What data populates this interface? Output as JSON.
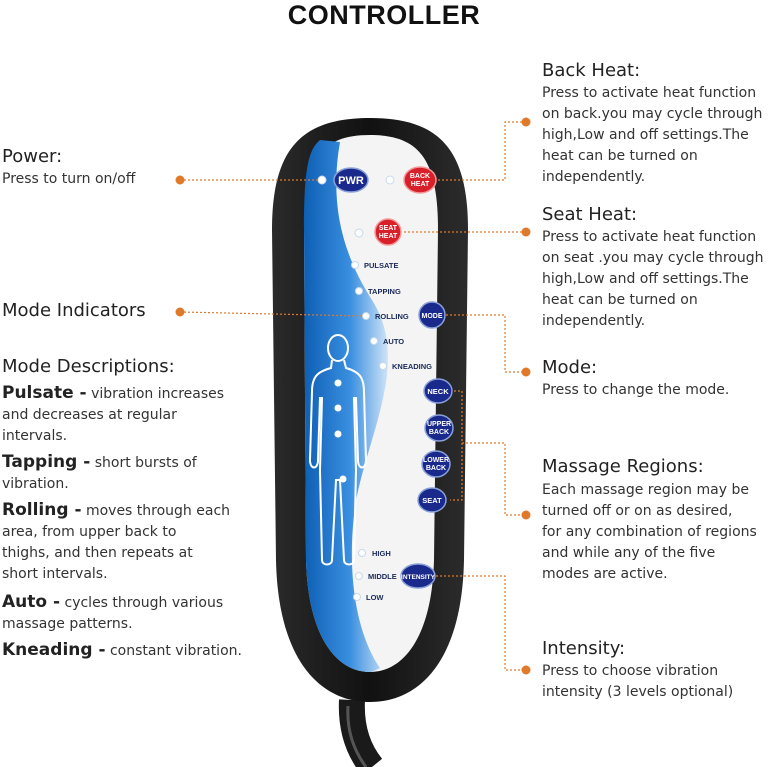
{
  "title": "CONTROLLER",
  "left": {
    "power": {
      "heading": "Power:",
      "text": "Press to turn on/off"
    },
    "mode_indicators": {
      "heading": "Mode Indicators"
    },
    "mode_descriptions": {
      "heading": "Mode Descriptions:",
      "items": [
        {
          "name": "Pulsate -",
          "line1": " vibration increases",
          "line2": "and decreases at regular",
          "line3": "intervals."
        },
        {
          "name": "Tapping -",
          "line1": " short bursts of",
          "line2": "vibration."
        },
        {
          "name": "Rolling -",
          "line1": "  moves through each",
          "line2": "area, from upper back to",
          "line3": "thighs, and then repeats at",
          "line4": "short intervals."
        },
        {
          "name": "Auto -",
          "line1": "  cycles through various",
          "line2": "massage patterns."
        },
        {
          "name": "Kneading -",
          "line1": " constant vibration."
        }
      ]
    }
  },
  "right": {
    "back_heat": {
      "heading": "Back Heat:",
      "lines": [
        "Press to activate heat function",
        "on back.you may cycle through",
        "high,Low and off settings.The",
        "heat can be turned on",
        "independently."
      ]
    },
    "seat_heat": {
      "heading": "Seat Heat:",
      "lines": [
        "Press to activate heat function",
        "on seat .you may cycle through",
        "high,Low and off settings.The",
        "heat can be turned on",
        "independently."
      ]
    },
    "mode": {
      "heading": "Mode:",
      "lines": [
        "Press to change the mode."
      ]
    },
    "massage_regions": {
      "heading": "Massage Regions:",
      "lines": [
        "Each massage region may be",
        "turned off or on as desired,",
        "for any combination of regions",
        "and while any of the five",
        "modes are active."
      ]
    },
    "intensity": {
      "heading": "Intensity:",
      "lines": [
        "Press to choose vibration",
        "intensity (3 levels optional)"
      ]
    }
  },
  "remote": {
    "buttons": {
      "pwr": "PWR",
      "back_heat_1": "BACK",
      "back_heat_2": "HEAT",
      "seat_heat_1": "SEAT",
      "seat_heat_2": "HEAT",
      "mode": "MODE",
      "neck": "NECK",
      "upper_1": "UPPER",
      "upper_2": "BACK",
      "lower_1": "LOWER",
      "lower_2": "BACK",
      "seat": "SEAT",
      "intensity": "INTENSITY"
    },
    "mode_labels": [
      "PULSATE",
      "TAPPING",
      "ROLLING",
      "AUTO",
      "KNEADING"
    ],
    "intensity_labels": [
      "HIGH",
      "MIDDLE",
      "LOW"
    ]
  },
  "colors": {
    "accent": "#e07a2a",
    "remote_blue": "#1a6fc0",
    "button_navy": "#1a2a8c",
    "button_red": "#d8202a"
  }
}
